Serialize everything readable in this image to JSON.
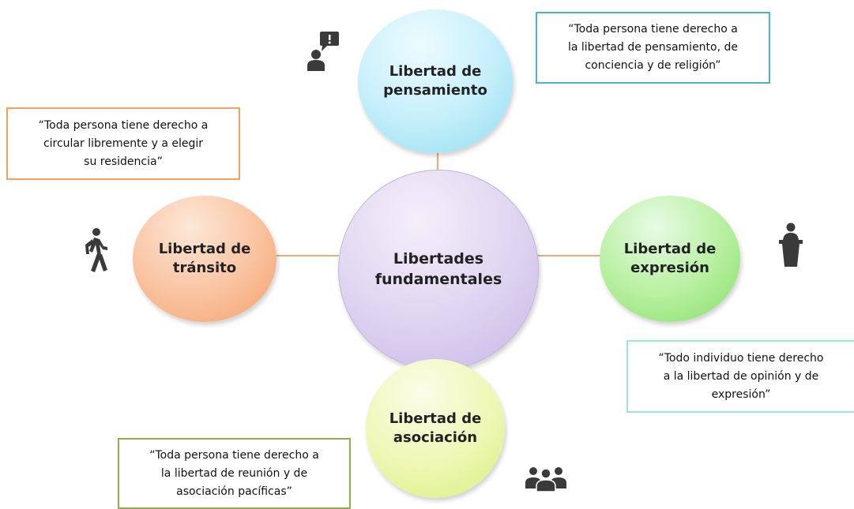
{
  "center": {
    "line1": "Libertades",
    "line2": "fundamentales"
  },
  "nodes": {
    "thought": {
      "line1": "Libertad de",
      "line2": "pensamiento",
      "icon": "speech-person-icon"
    },
    "transit": {
      "line1": "Libertad de",
      "line2": "tránsito",
      "icon": "walking-person-icon"
    },
    "expression": {
      "line1": "Libertad de",
      "line2": "expresión",
      "icon": "podium-speaker-icon"
    },
    "association": {
      "line1": "Libertad de",
      "line2": "asociación",
      "icon": "group-people-icon"
    }
  },
  "quotes": {
    "thought": [
      "“Toda persona tiene derecho a",
      "la libertad de pensamiento, de",
      "conciencia y de religión”"
    ],
    "transit": [
      "“Toda persona tiene derecho a",
      "circular libremente y a elegir",
      "su residencia”"
    ],
    "expression": [
      "“Todo individuo tiene derecho",
      "a la libertad de opinión y de",
      "expresión”"
    ],
    "association": [
      "“Toda persona tiene derecho a",
      "la libertad de reunión y de",
      "asociación pacíficas”"
    ]
  },
  "colors": {
    "connector": "#f2a875",
    "thought_border": "#4bb3cf",
    "transit_border": "#f6a05d",
    "expression_border": "#9de8d0",
    "association_border": "#8db04d",
    "icon": "#3a3a3a"
  }
}
